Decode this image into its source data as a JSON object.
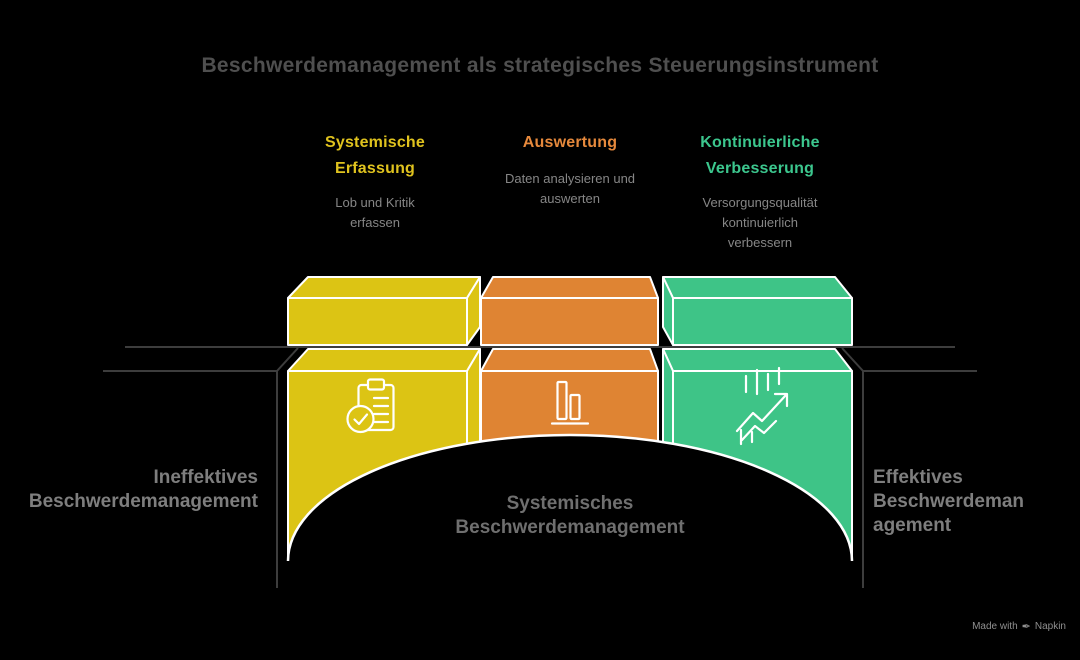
{
  "title": "Beschwerdemanagement als strategisches Steuerungsinstrument",
  "columns": [
    {
      "heading": "Systemische\nErfassung",
      "heading_color": "#e0c31e",
      "description": "Lob und Kritik\nerfassen",
      "icon": "clipboard-check-icon",
      "block_color": "#dcc414"
    },
    {
      "heading": "Auswertung",
      "heading_color": "#e6893c",
      "description": "Daten analysieren und\nauswerten",
      "icon": "bar-chart-icon",
      "block_color": "#df8433"
    },
    {
      "heading": "Kontinuierliche\nVerbesserung",
      "heading_color": "#3cc78e",
      "description": "Versorgungsqualität\nkontinuierlich\nverbessern",
      "icon": "trend-arrow-icon",
      "block_color": "#3ec487"
    }
  ],
  "bridge_labels": {
    "left": "Ineffektives\nBeschwerdemanagement",
    "center": "Systemisches\nBeschwerdemanagement",
    "right": "Effektives\nBeschwerdeman\nagement"
  },
  "colors": {
    "background": "#000000",
    "yellow_block": "#dcc414",
    "orange_block": "#df8433",
    "green_block": "#3ec487",
    "outline_white": "#ffffff",
    "structure_line_gray": "#3d3d3d",
    "title_gray": "#4f4f4f",
    "description_gray": "#868686",
    "label_gray": "#7e7e7e"
  },
  "footer": {
    "made_with": "Made with",
    "brand": "Napkin",
    "pen_glyph": "✒"
  }
}
